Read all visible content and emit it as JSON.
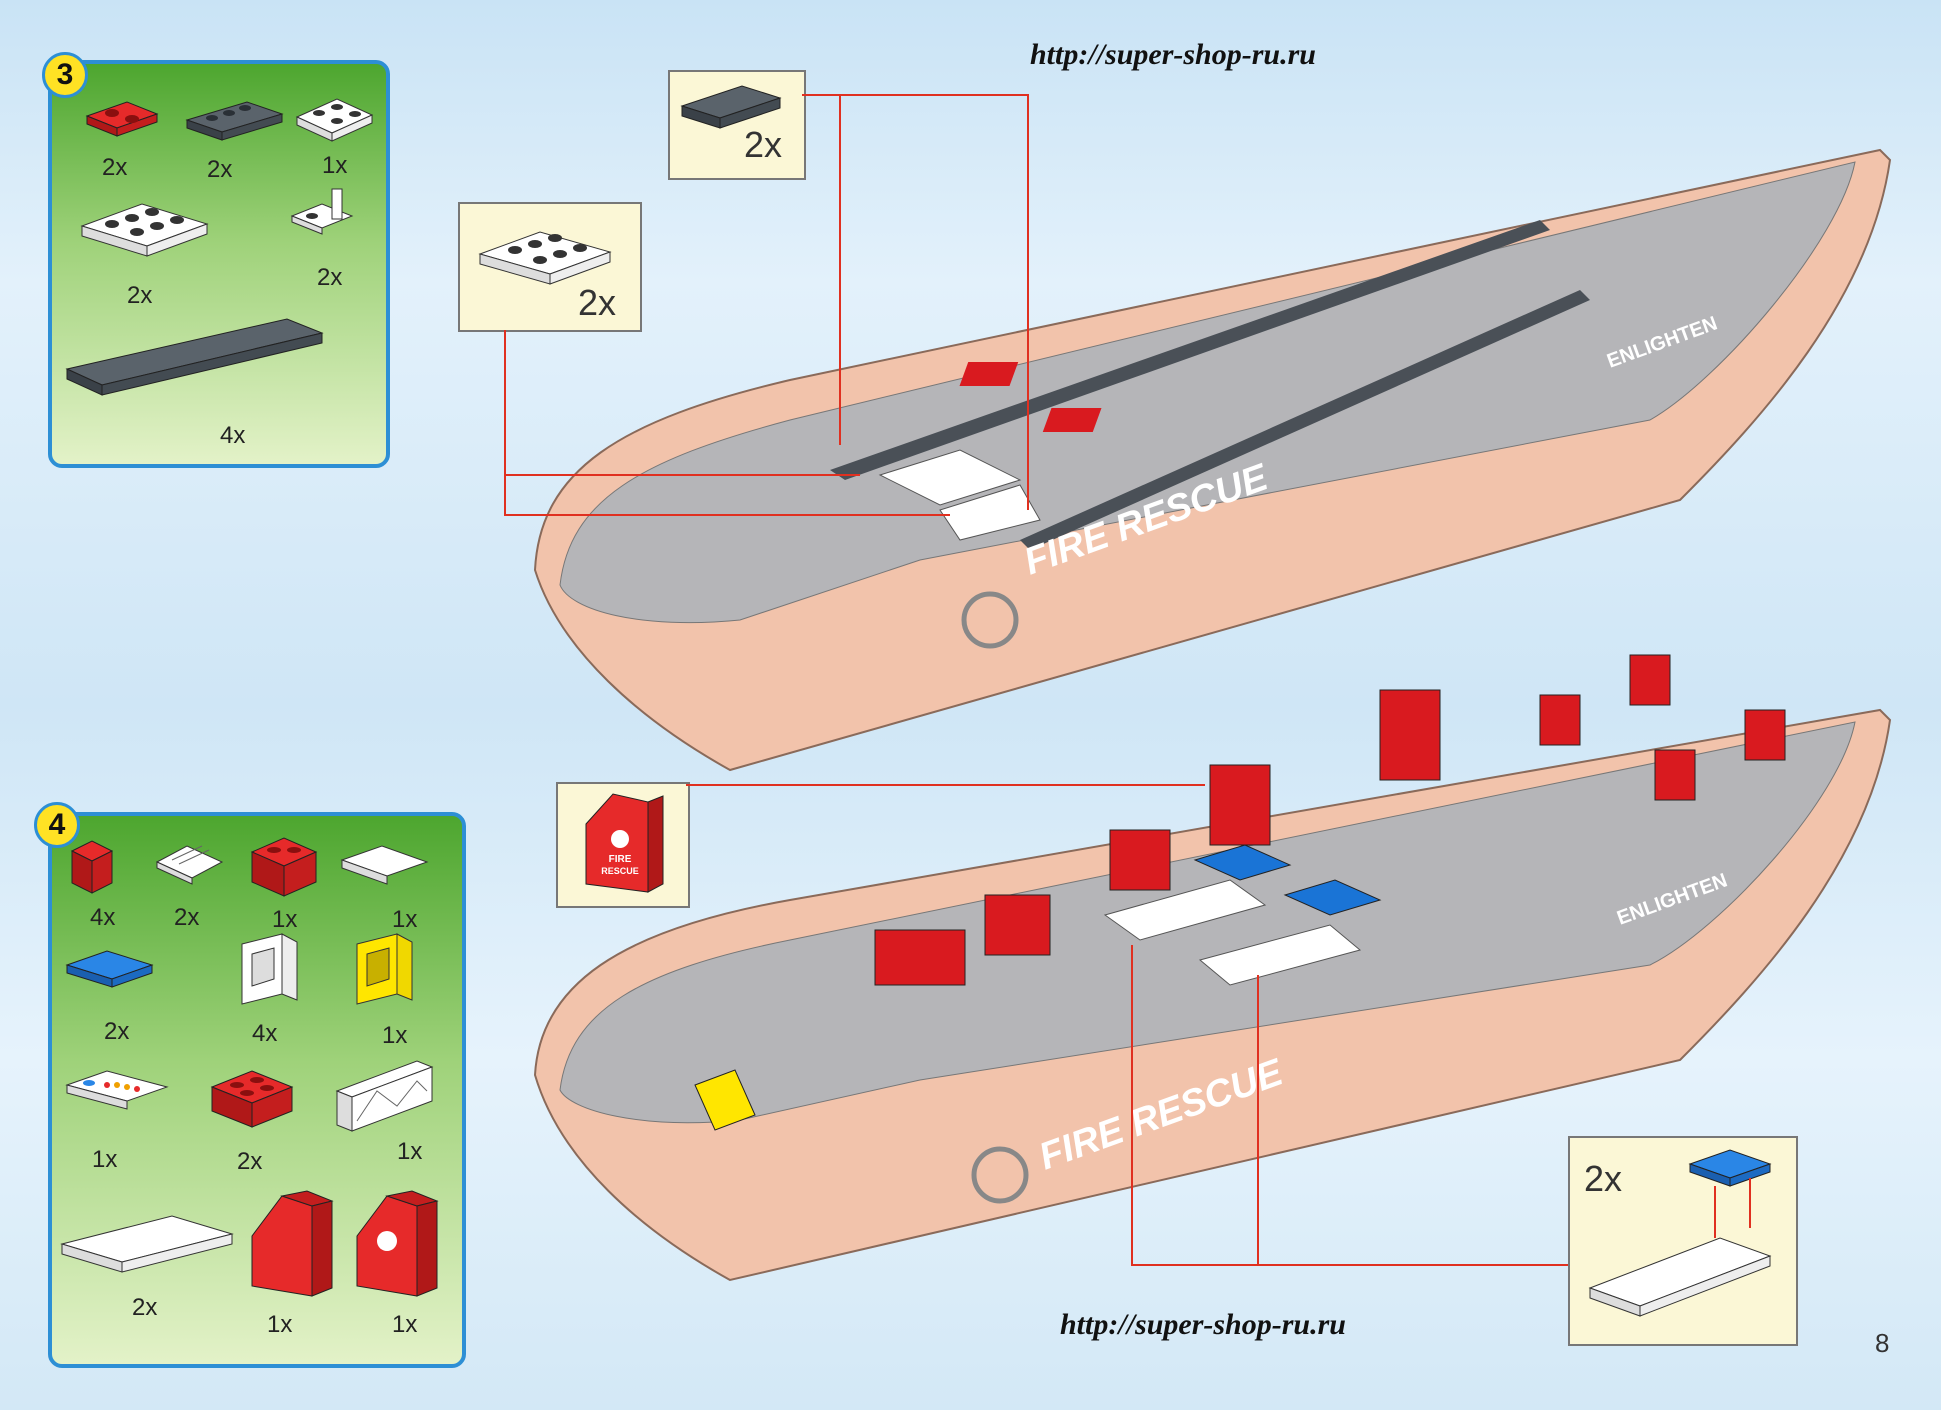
{
  "header_url": "http://super-shop-ru.ru",
  "footer_url": "http://super-shop-ru.ru",
  "page_number": "8",
  "step3": {
    "number": "3",
    "quantities": [
      "2x",
      "2x",
      "1x",
      "2x",
      "2x",
      "4x"
    ]
  },
  "step4": {
    "number": "4",
    "quantities": [
      "4x",
      "2x",
      "1x",
      "1x",
      "2x",
      "4x",
      "1x",
      "1x",
      "2x",
      "1x",
      "2x",
      "1x",
      "1x"
    ]
  },
  "callouts": {
    "grey_plate_qty": "2x",
    "white_plate_qty": "2x",
    "blue_tile_qty": "2x"
  },
  "boat": {
    "hull_text": "FIRE RESCUE",
    "side_text": "ENLIGHTEN"
  },
  "slope_print": {
    "line1": "FIRE",
    "line2": "RESCUE"
  },
  "colors": {
    "hull": "#f2c3ab",
    "deck": "#b5b5b8",
    "red_brick": "#d91a1f",
    "dark_grey": "#4a5057",
    "blue_tile": "#1a74d6",
    "yellow": "#ffe600",
    "panel_border": "#2d8fd5",
    "arrow": "#e03020"
  }
}
